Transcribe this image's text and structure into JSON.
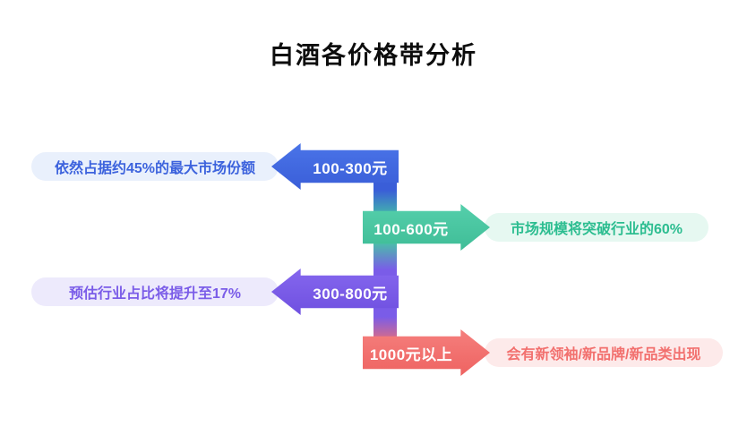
{
  "title": "白酒各价格带分析",
  "palette": {
    "blue": "#3d63dd",
    "green": "#45c8a2",
    "purple": "#7a5ce8",
    "red": "#f2706e",
    "blue_light": "#e9f0fc",
    "green_light": "#e6f8f1",
    "purple_light": "#edeafc",
    "red_light": "#fdeaea"
  },
  "rows": [
    {
      "band": "100-300元",
      "note": "依然占据约45%的最大市场份额",
      "direction": "left",
      "color": "blue"
    },
    {
      "band": "100-600元",
      "note": "市场规模将突破行业的60%",
      "direction": "right",
      "color": "green"
    },
    {
      "band": "300-800元",
      "note": "预估行业占比将提升至17%",
      "direction": "left",
      "color": "purple"
    },
    {
      "band": "1000元以上",
      "note": "会有新领袖/新品牌/新品类出现",
      "direction": "right",
      "color": "red"
    }
  ]
}
